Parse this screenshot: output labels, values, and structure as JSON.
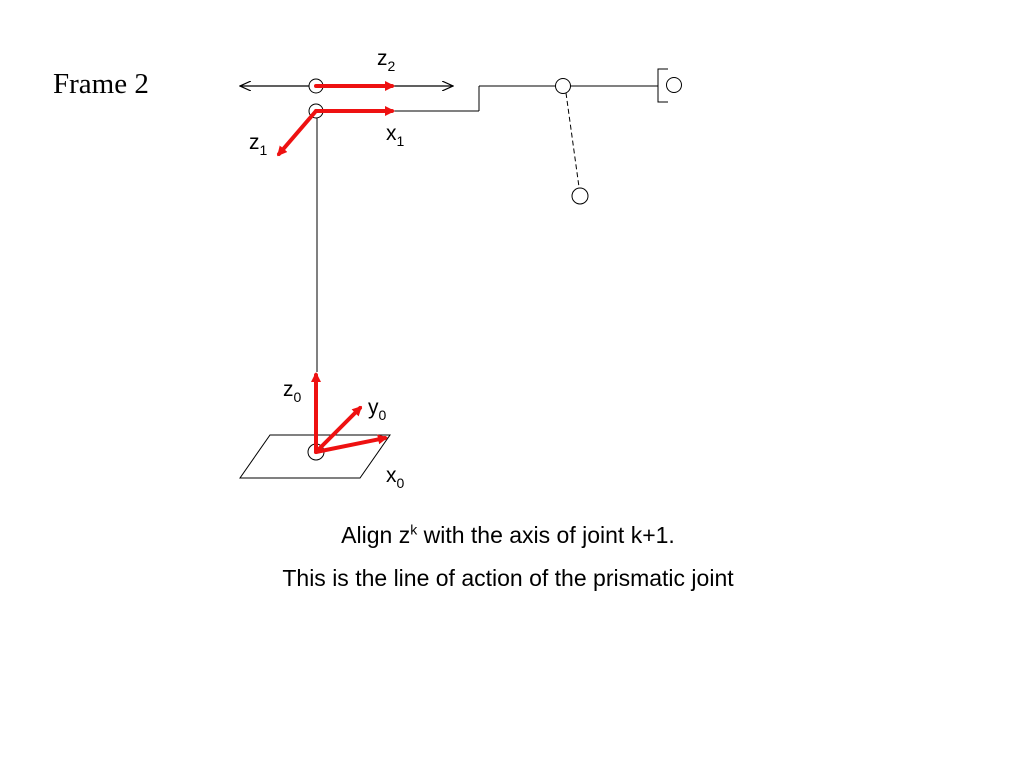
{
  "title": "Frame 2",
  "colors": {
    "axis_arrow": "#ee1111",
    "link_line": "#000000"
  },
  "labels": {
    "z2": {
      "base": "z",
      "sub": "2"
    },
    "x1": {
      "base": "x",
      "sub": "1"
    },
    "z1": {
      "base": "z",
      "sub": "1"
    },
    "z0": {
      "base": "z",
      "sub": "0"
    },
    "y0": {
      "base": "y",
      "sub": "0"
    },
    "x0": {
      "base": "x",
      "sub": "0"
    }
  },
  "caption": {
    "line1_before": "Align z",
    "line1_sup": "k",
    "line1_after": " with the axis of joint k+1.",
    "line2": "This is the line of action of the prismatic joint"
  }
}
